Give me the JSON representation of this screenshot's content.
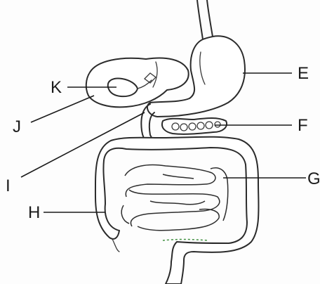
{
  "labels": {
    "E": "E",
    "F": "F",
    "G": "G",
    "H": "H",
    "I": "I",
    "J": "J",
    "K": "K"
  },
  "colors": {
    "ink": "#2b2b2b",
    "paper": "#fdfdfd",
    "rectum_edge": "#3f8f3f"
  }
}
